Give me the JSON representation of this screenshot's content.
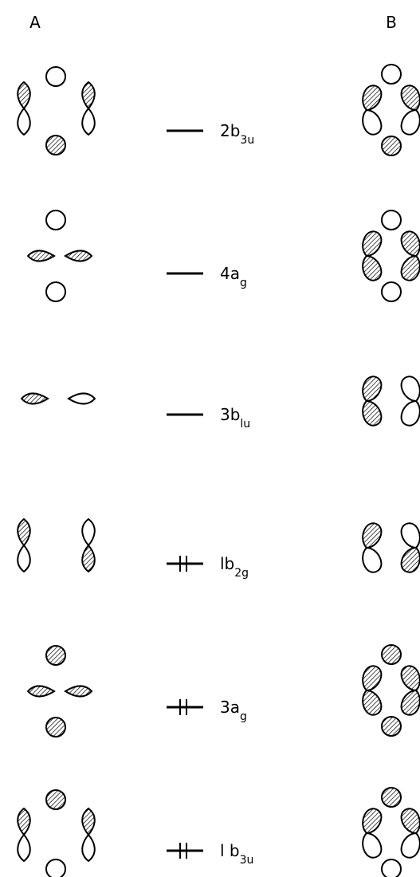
{
  "columns": {
    "a": "A",
    "b": "B"
  },
  "levels": [
    {
      "main": "2b",
      "sub": "3u",
      "occupied": false,
      "a_structure": "bridged-px-with-shaded-bottom-s",
      "b_structure": "ring-mixed"
    },
    {
      "main": "4a",
      "sub": "g",
      "occupied": false,
      "a_structure": "central-px-with-two-s",
      "b_structure": "ring-left-right-shaded"
    },
    {
      "main": "3b",
      "sub": "lu",
      "occupied": false,
      "a_structure": "pz-pair",
      "b_structure": "side-pair-one-shaded"
    },
    {
      "main": "lb",
      "sub": "2g",
      "occupied": true,
      "a_structure": "vertical-p-pair",
      "b_structure": "side-pair-lower-right-shaded"
    },
    {
      "main": "3a",
      "sub": "g",
      "occupied": true,
      "a_structure": "central-px-with-two-shaded-s",
      "b_structure": "ring-all-shaded"
    },
    {
      "main": "l b",
      "sub": "3u",
      "occupied": true,
      "a_structure": "bridged-px-with-shaded-top-s",
      "b_structure": "ring-partly-shaded"
    }
  ],
  "style": {
    "ink": "#000000",
    "hatch": "#000000",
    "background": "#ffffff"
  }
}
